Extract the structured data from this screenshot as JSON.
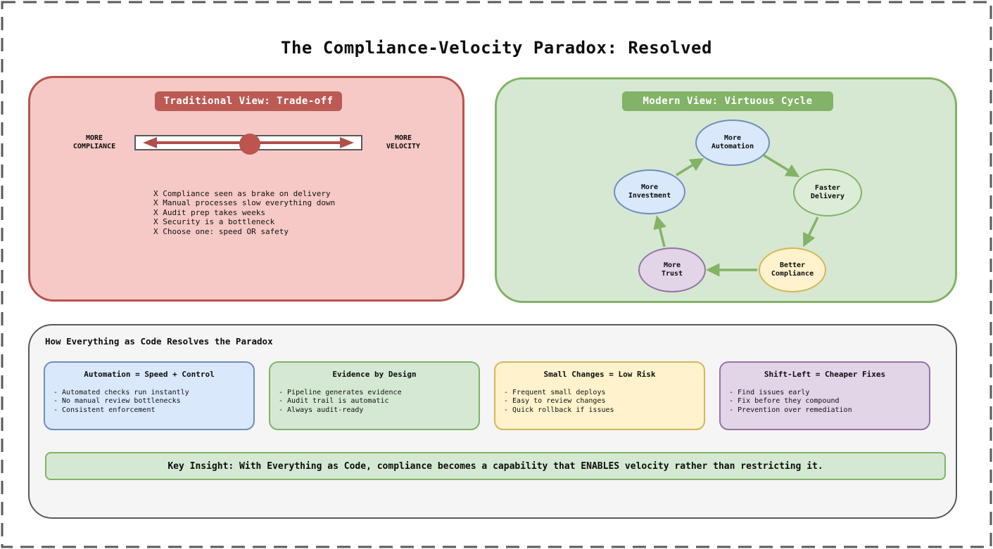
{
  "title": "The Compliance-Velocity Paradox: Resolved",
  "traditional": {
    "header": "Traditional View: Trade-off",
    "slider": {
      "left_label": "MORE\nCOMPLIANCE",
      "right_label": "MORE\nVELOCITY",
      "track_color": "#ffffff",
      "arrow_color": "#b0504b",
      "knob_color": "#bd544e"
    },
    "panel_fill": "#f6c9c6",
    "panel_stroke": "#b85450",
    "header_fill": "#bc5a54",
    "points": [
      "X Compliance seen as brake on delivery",
      "X Manual processes slow everything down",
      "X Audit prep takes weeks",
      "X Security is a bottleneck",
      "X Choose one: speed OR safety"
    ]
  },
  "modern": {
    "header": "Modern View: Virtuous Cycle",
    "panel_fill": "#d6e8d2",
    "panel_stroke": "#82b366",
    "header_fill": "#82b366",
    "arrow_color": "#82b366",
    "cycle": [
      {
        "label": "More\nAutomation",
        "fill": "#dae8fc",
        "stroke": "#6c8ebf"
      },
      {
        "label": "Faster\nDelivery",
        "fill": "#dcecd7",
        "stroke": "#82b366"
      },
      {
        "label": "Better\nCompliance",
        "fill": "#fff2cc",
        "stroke": "#d6b656"
      },
      {
        "label": "More\nTrust",
        "fill": "#e1d5e7",
        "stroke": "#9673a6"
      },
      {
        "label": "More\nInvestment",
        "fill": "#dae8fc",
        "stroke": "#6c8ebf"
      }
    ]
  },
  "resolution": {
    "title": "How Everything as Code Resolves the Paradox",
    "cards": [
      {
        "title": "Automation = Speed + Control",
        "fill": "#dae8fc",
        "stroke": "#6c8ebf",
        "points": [
          "- Automated checks run instantly",
          "- No manual review bottlenecks",
          "- Consistent enforcement"
        ]
      },
      {
        "title": "Evidence by Design",
        "fill": "#d5e8d4",
        "stroke": "#82b366",
        "points": [
          "- Pipeline generates evidence",
          "- Audit trail is automatic",
          "- Always audit-ready"
        ]
      },
      {
        "title": "Small Changes = Low Risk",
        "fill": "#fff2cc",
        "stroke": "#d6b656",
        "points": [
          "- Frequent small deploys",
          "- Easy to review changes",
          "- Quick rollback if issues"
        ]
      },
      {
        "title": "Shift-Left = Cheaper Fixes",
        "fill": "#e1d5e7",
        "stroke": "#9673a6",
        "points": [
          "- Find issues early",
          "- Fix before they compound",
          "- Prevention over remediation"
        ]
      }
    ],
    "key_insight": "Key Insight: With Everything as Code, compliance becomes a capability that ENABLES velocity rather than restricting it."
  }
}
